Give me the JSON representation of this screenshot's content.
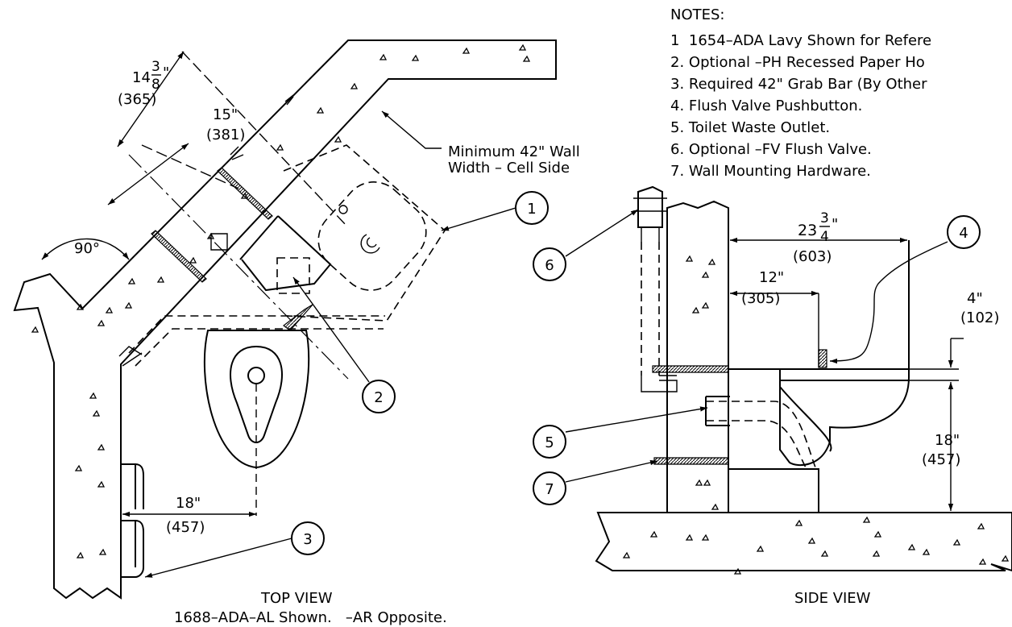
{
  "notes": {
    "heading": "NOTES:",
    "items": [
      "1  1654–ADA Lavy Shown for Refere",
      "2. Optional –PH Recessed Paper Ho",
      "3. Required 42\" Grab Bar (By Other",
      "4. Flush Valve Pushbutton.",
      "5. Toilet Waste Outlet.",
      "6. Optional –FV Flush Valve.",
      "7. Wall Mounting Hardware."
    ]
  },
  "top_view": {
    "title": "TOP VIEW",
    "subtitle": "1688–ADA–AL Shown.   –AR Opposite.",
    "wall_note_line1": "Minimum 42\" Wall",
    "wall_note_line2": "Width – Cell Side",
    "dim_14_whole": "14",
    "dim_14_num": "3",
    "dim_14_den": "8",
    "dim_14_unit": "\"",
    "dim_14_mm": "(365)",
    "dim_15_in": "15\"",
    "dim_15_mm": "(381)",
    "dim_angle": "90°",
    "dim_18_in": "18\"",
    "dim_18_mm": "(457)"
  },
  "side_view": {
    "title": "SIDE VIEW",
    "dim_23_whole": "23",
    "dim_23_num": "3",
    "dim_23_den": "4",
    "dim_23_unit": "\"",
    "dim_23_mm": "(603)",
    "dim_12_in": "12\"",
    "dim_12_mm": "(305)",
    "dim_4_in": "4\"",
    "dim_4_mm": "(102)",
    "dim_18_in": "18\"",
    "dim_18_mm": "(457)"
  },
  "callouts": [
    "1",
    "2",
    "3",
    "4",
    "5",
    "6",
    "7"
  ]
}
